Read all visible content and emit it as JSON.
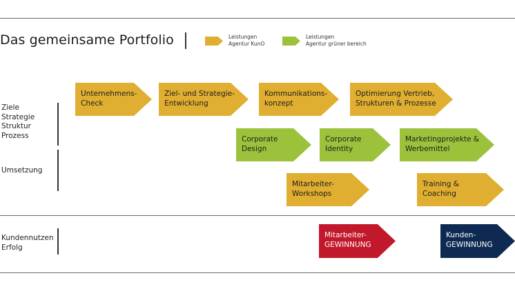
{
  "title": "Das gemeinsame Portfolio",
  "colors": {
    "kuno": "#e0ae30",
    "gruen": "#9cc23c",
    "red": "#c2182b",
    "navy": "#0e2a52",
    "line": "#6a6a6a"
  },
  "legend": [
    {
      "line1": "Leistungen",
      "line2": "Agentur KunO",
      "color": "#e0ae30"
    },
    {
      "line1": "Leistungen",
      "line2": "Agentur grüner bereich",
      "color": "#9cc23c"
    }
  ],
  "row_labels": {
    "ziele": [
      "Ziele",
      "Strategie",
      "Struktur",
      "Prozess"
    ],
    "umsetzung": "Umsetzung",
    "kundennutzen": [
      "Kundennutzen",
      "Erfolg"
    ]
  },
  "boxes": {
    "unternehmens_check": {
      "line1": "Unternehmens-",
      "line2": "Check"
    },
    "ziel_strategie": {
      "line1": "Ziel- und Strategie-",
      "line2": "Entwicklung"
    },
    "kommunikation": {
      "line1": "Kommunikations-",
      "line2": "konzept"
    },
    "optimierung": {
      "line1": "Optimierung Vertrieb,",
      "line2": "Strukturen & Prozesse"
    },
    "corporate_design": {
      "line1": "Corporate",
      "line2": "Design"
    },
    "corporate_identity": {
      "line1": "Corporate",
      "line2": "Identity"
    },
    "marketingprojekte": {
      "line1": "Marketingprojekte &",
      "line2": "Werbemittel"
    },
    "mitarbeiter_workshops": {
      "line1": "Mitarbeiter-",
      "line2": "Workshops"
    },
    "training_coaching": {
      "line1": "Training &",
      "line2": "Coaching"
    },
    "mitarbeiter_gewinnung": {
      "line1": "Mitarbeiter-",
      "line2": "GEWINNUNG"
    },
    "kunden_gewinnung": {
      "line1": "Kunden-",
      "line2": "GEWINNUNG"
    }
  }
}
